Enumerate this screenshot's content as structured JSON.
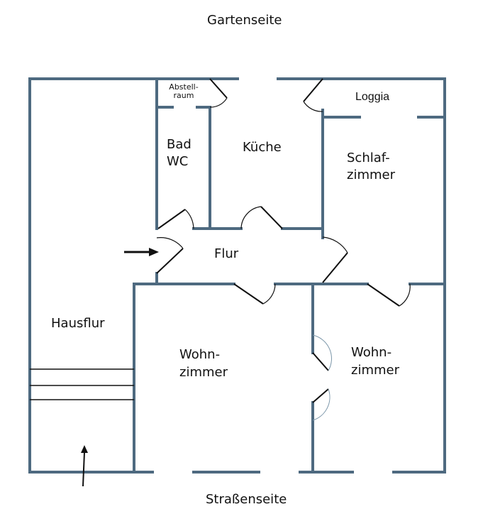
{
  "orientation": {
    "top": "Gartenseite",
    "bottom": "Straßenseite"
  },
  "rooms": {
    "abstellraum": "Abstell-\nraum",
    "loggia": "Loggia",
    "bad_wc": "Bad\nWC",
    "kueche": "Küche",
    "schlafzimmer": "Schlaf-\nzimmer",
    "flur": "Flur",
    "hausflur": "Hausflur",
    "wohnzimmer_left": "Wohn-\nzimmer",
    "wohnzimmer_right": "Wohn-\nzimmer"
  },
  "colors": {
    "wall": "#4e6a80",
    "door": "#111111",
    "background": "#ffffff"
  }
}
